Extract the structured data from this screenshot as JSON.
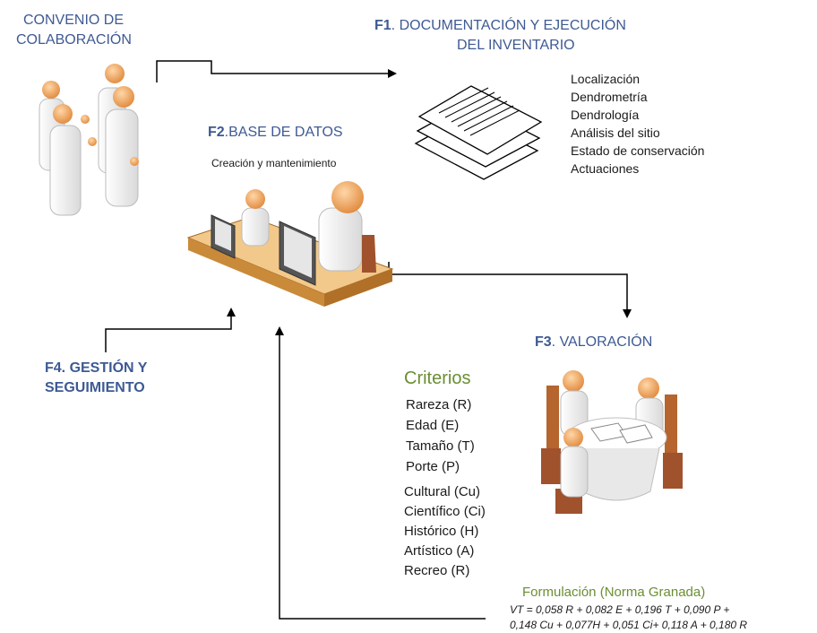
{
  "convenio": {
    "line1": "CONVENIO DE",
    "line2": "COLABORACIÓN"
  },
  "f1": {
    "code": "F1",
    "title_rest": ". DOCUMENTACIÓN Y EJECUCIÓN",
    "line2": "DEL INVENTARIO",
    "items": [
      "Localización",
      "Dendrometría",
      "Dendrología",
      "Análisis del sitio",
      "Estado de conservación",
      "Actuaciones"
    ]
  },
  "f2": {
    "code": "F2",
    "title_rest": ".BASE DE DATOS",
    "subtitle": "Creación y mantenimiento"
  },
  "f3": {
    "code": "F3",
    "title_rest": ". VALORACIÓN"
  },
  "f4": {
    "line1": "F4. GESTIÓN Y",
    "line2": "SEGUIMIENTO"
  },
  "criterios": {
    "title": "Criterios",
    "group1": [
      "Rareza (R)",
      "Edad (E)",
      "Tamaño (T)",
      "Porte (P)"
    ],
    "group2": [
      "Cultural (Cu)",
      "Científico (Ci)",
      "Histórico (H)",
      "Artístico (A)",
      "Recreo (R)"
    ]
  },
  "formulacion": {
    "title": "Formulación (Norma Granada)",
    "line1": "VT = 0,058 R + 0,082 E + 0,196 T + 0,090 P +",
    "line2": "0,148 Cu + 0,077H + 0,051 Ci+ 0,118 A + 0,180 R"
  },
  "colors": {
    "heading_blue": "#3e5a93",
    "criteria_green": "#6b8e33",
    "skin": "#e79a4f",
    "desk": "#c98a3a",
    "desk_top": "#f2c98a",
    "chair": "#a0522d"
  },
  "icons": [
    "people-handshake-icon",
    "documents-icon",
    "office-workers-icon",
    "meeting-table-icon"
  ]
}
